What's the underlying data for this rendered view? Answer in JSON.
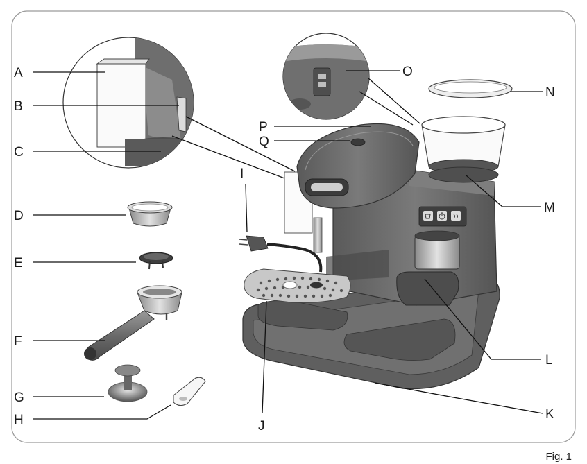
{
  "caption": "Fig. 1",
  "labels": {
    "A": "A",
    "B": "B",
    "C": "C",
    "D": "D",
    "E": "E",
    "F": "F",
    "G": "G",
    "H": "H",
    "I": "I",
    "J": "J",
    "K": "K",
    "L": "L",
    "M": "M",
    "N": "N",
    "O": "O",
    "P": "P",
    "Q": "Q"
  },
  "colors": {
    "body": "#6b6b6b",
    "body_dark": "#4e4e4e",
    "body_light": "#8a8a8a",
    "metal": "#b9b9b9",
    "frame": "#9a9a9a"
  },
  "icons": [
    "coffee-cup-icon",
    "power-icon",
    "steam-icon"
  ]
}
